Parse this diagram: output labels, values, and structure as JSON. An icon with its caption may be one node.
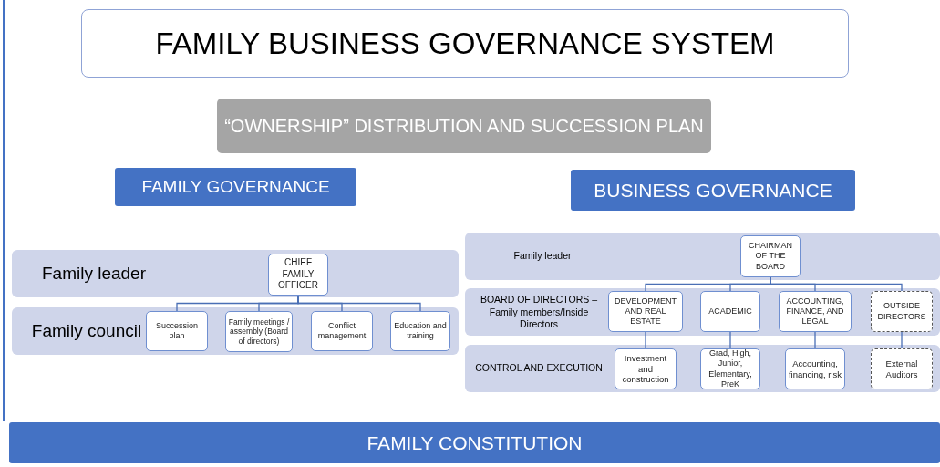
{
  "diagram": {
    "nodes": [
      {
        "text": [
          "FAMILY BUSINESS GOVERNANCE SYSTEM"
        ]
      },
      {
        "text": [
          "“OWNERSHIP” DISTRIBUTION AND SUCCESSION PLAN"
        ]
      },
      {
        "text": [
          "FAMILY GOVERNANCE"
        ]
      },
      {
        "text": [
          "BUSINESS GOVERNANCE"
        ]
      },
      {
        "text": [
          "Family leader"
        ]
      },
      {
        "text": [
          "CHIEF FAMILY OFFICER"
        ],
        "in": 4
      },
      {
        "text": [
          "Family council"
        ]
      },
      {
        "text": [
          "Succession plan"
        ],
        "in": 6
      },
      {
        "text": [
          "Family meetings / assembly (Board of directors)"
        ],
        "in": 6
      },
      {
        "text": [
          "Conflict management"
        ],
        "in": 6
      },
      {
        "text": [
          "Education and training"
        ],
        "in": 6
      },
      {
        "text": [
          "Family leader"
        ]
      },
      {
        "text": [
          "CHAIRMAN OF THE BOARD"
        ],
        "in": 11
      },
      {
        "text": [
          "BOARD OF DIRECTORS – Family members/Inside Directors"
        ]
      },
      {
        "text": [
          "DEVELOPMENT AND REAL ESTATE"
        ],
        "in": 13
      },
      {
        "text": [
          "ACADEMIC"
        ],
        "in": 13
      },
      {
        "text": [
          "ACCOUNTING, FINANCE, AND LEGAL"
        ],
        "in": 13
      },
      {
        "text": [
          "OUTSIDE DIRECTORS"
        ],
        "in": 13
      },
      {
        "text": [
          "CONTROL AND EXECUTION"
        ]
      },
      {
        "text": [
          "Investment and construction"
        ],
        "in": 18
      },
      {
        "text": [
          "Grad, High, Junior, Elementary, PreK"
        ],
        "in": 18
      },
      {
        "text": [
          "Accounting, financing, risk"
        ],
        "in": 18
      },
      {
        "text": [
          "External Auditors"
        ],
        "in": 18
      },
      {
        "text": [
          "FAMILY CONSTITUTION"
        ]
      }
    ],
    "edges": [
      {
        "from": 5,
        "to": 7,
        "arrow": "none"
      },
      {
        "from": 5,
        "to": 8,
        "arrow": "none"
      },
      {
        "from": 5,
        "to": 9,
        "arrow": "none"
      },
      {
        "from": 5,
        "to": 10,
        "arrow": "none"
      },
      {
        "from": 12,
        "to": 14,
        "arrow": "none"
      },
      {
        "from": 12,
        "to": 15,
        "arrow": "none"
      },
      {
        "from": 12,
        "to": 16,
        "arrow": "none"
      },
      {
        "from": 12,
        "to": 17,
        "arrow": "none"
      },
      {
        "from": 14,
        "to": 19,
        "arrow": "none"
      },
      {
        "from": 15,
        "to": 20,
        "arrow": "none"
      },
      {
        "from": 16,
        "to": 21,
        "arrow": "none"
      },
      {
        "from": 17,
        "to": 22,
        "arrow": "none"
      }
    ]
  }
}
